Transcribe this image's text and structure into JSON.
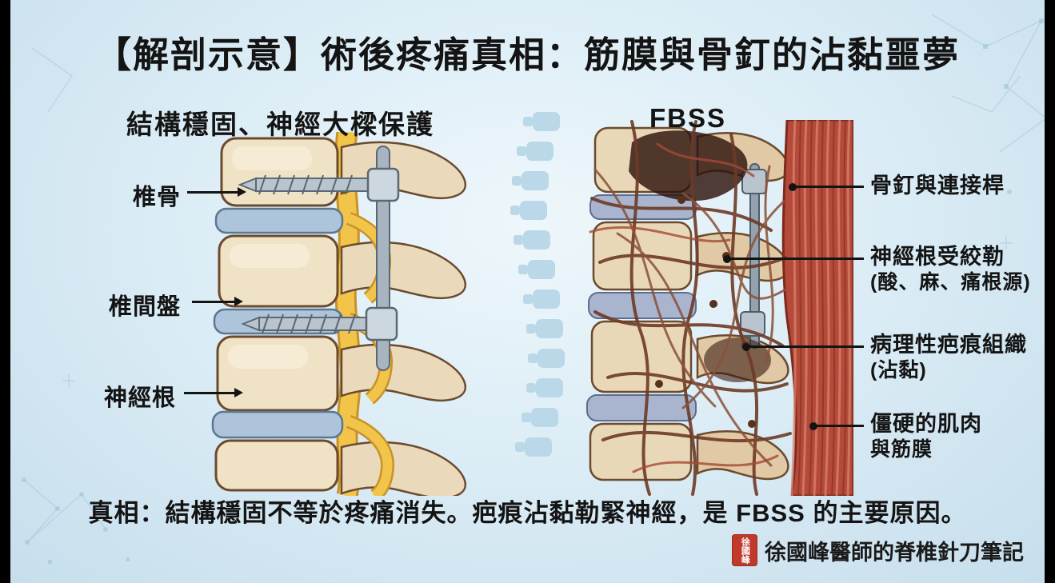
{
  "title": "【解剖示意】術後疼痛真相：筋膜與骨釘的沾黏噩夢",
  "left_panel": {
    "heading": "結構穩固、神經大樑保護",
    "labels": [
      {
        "text": "椎骨"
      },
      {
        "text": "椎間盤"
      },
      {
        "text": "神經根"
      }
    ]
  },
  "right_panel": {
    "heading": "FBSS",
    "labels": [
      {
        "line1": "骨釘與連接桿"
      },
      {
        "line1": "神經根受絞勒",
        "line2": "(酸、麻、痛根源)"
      },
      {
        "line1": "病理性疤痕組織",
        "line2": "(沾黏)"
      },
      {
        "line1": "僵硬的肌肉",
        "line2": "與筋膜"
      }
    ]
  },
  "footer": {
    "conclusion": "真相：結構穩固不等於疼痛消失。疤痕沾黏勒緊神經，是 FBSS 的主要原因。",
    "signature": "徐國峰醫師的脊椎針刀筆記",
    "seal_text": "徐國峰"
  },
  "colors": {
    "seal_red": "#c03a2b",
    "text": "#141414",
    "bone": "#f0e2c5",
    "disc_blue": "#aec4da",
    "nerve_yellow": "#f2c44a",
    "muscle_red": "#b5493a",
    "scar_brown": "#6e3a26",
    "silhouette_blue": "#b9d7e8"
  }
}
